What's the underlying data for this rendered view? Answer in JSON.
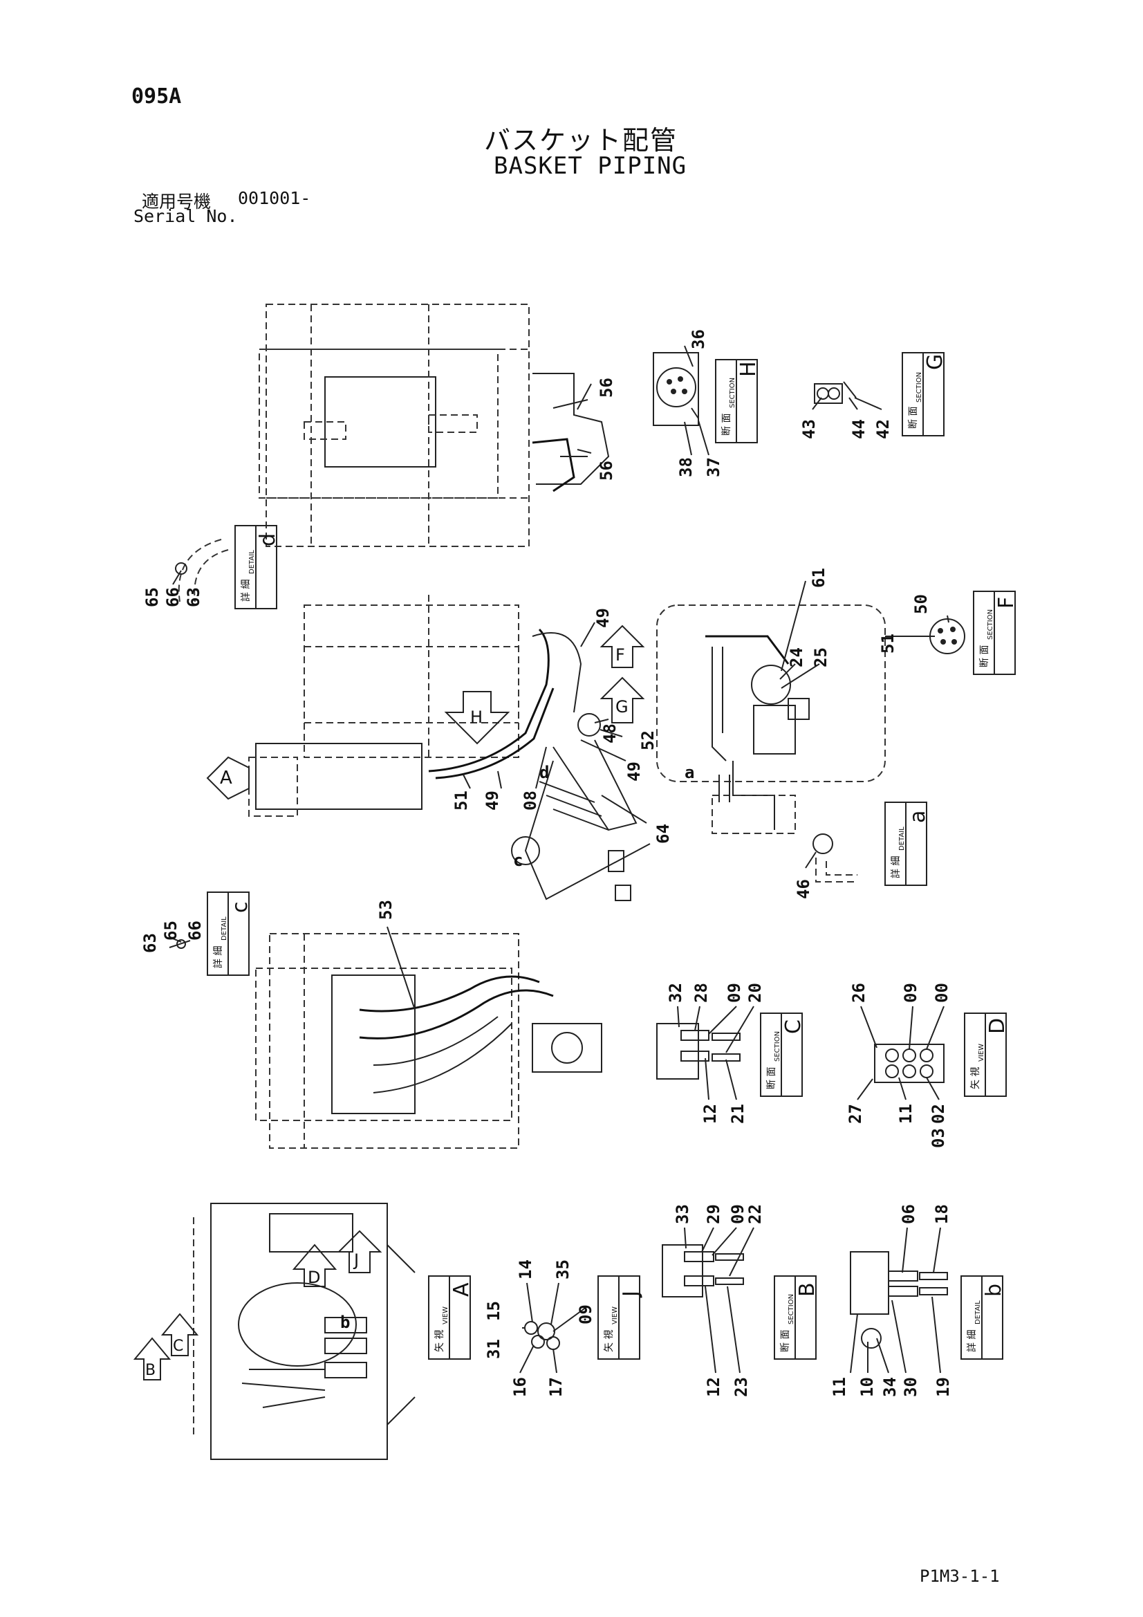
{
  "header": {
    "page_code": "095A",
    "title_jp": "バスケット配管",
    "title_en": "BASKET PIPING",
    "serial_label_jp": "適用号機",
    "serial_value": "001001-",
    "serial_label_en": "Serial No."
  },
  "footer": {
    "code": "P1M3-1-1"
  },
  "tags": {
    "sec_H": {
      "jp": "断 面",
      "en": "SECTION",
      "letter": "H"
    },
    "sec_G": {
      "jp": "断 面",
      "en": "SECTION",
      "letter": "G"
    },
    "det_d": {
      "jp": "詳 細",
      "en": "DETAIL",
      "letter": "d"
    },
    "sec_F": {
      "jp": "断 面",
      "en": "SECTION",
      "letter": "F"
    },
    "det_a": {
      "jp": "詳 細",
      "en": "DETAIL",
      "letter": "a"
    },
    "det_c": {
      "jp": "詳 細",
      "en": "DETAIL",
      "letter": "c"
    },
    "sec_C": {
      "jp": "断 面",
      "en": "SECTION",
      "letter": "C"
    },
    "view_D": {
      "jp": "矢 視",
      "en": "VIEW",
      "letter": "D"
    },
    "view_A": {
      "jp": "矢 視",
      "en": "VIEW",
      "letter": "A"
    },
    "view_J": {
      "jp": "矢 視",
      "en": "VIEW",
      "letter": "J"
    },
    "sec_B": {
      "jp": "断 面",
      "en": "SECTION",
      "letter": "B"
    },
    "det_b": {
      "jp": "詳 細",
      "en": "DETAIL",
      "letter": "b"
    }
  },
  "callouts": {
    "c36": "36",
    "c56a": "56",
    "c56b": "56",
    "c38": "38",
    "c37": "37",
    "c43": "43",
    "c44": "44",
    "c42": "42",
    "c65a": "65",
    "c66a": "66",
    "c63a": "63",
    "c61": "61",
    "c50": "50",
    "c51a": "51",
    "c49a": "49",
    "c24": "24",
    "c25": "25",
    "c48": "48",
    "c52": "52",
    "c49b": "49",
    "c08": "08",
    "c49c": "49",
    "c51b": "51",
    "c64": "64",
    "c46": "46",
    "c63b": "63",
    "c65b": "65",
    "c66b": "66",
    "c53": "53",
    "c32": "32",
    "c28": "28",
    "c09a": "09",
    "c20": "20",
    "c12a": "12",
    "c21": "21",
    "c26": "26",
    "c09b": "09",
    "c00": "00",
    "c27": "27",
    "c11a": "11",
    "c02": "02",
    "c03": "03",
    "c14": "14",
    "c35": "35",
    "c15": "15",
    "c09c": "09",
    "c31": "31",
    "c16": "16",
    "c17": "17",
    "c33": "33",
    "c29": "29",
    "c09d": "09",
    "c22": "22",
    "c12b": "12",
    "c23": "23",
    "c06": "06",
    "c18": "18",
    "c11b": "11",
    "c10": "10",
    "c34": "34",
    "c30": "30",
    "c19": "19"
  },
  "letters": {
    "lbl_a": "a",
    "lbl_b": "b",
    "lbl_c": "c",
    "lbl_d": "d",
    "arr_A": "A",
    "arr_F": "F",
    "arr_G": "G",
    "arr_H": "H",
    "arr_D": "D",
    "arr_J": "J",
    "arr_B": "B",
    "arr_C": "C"
  }
}
